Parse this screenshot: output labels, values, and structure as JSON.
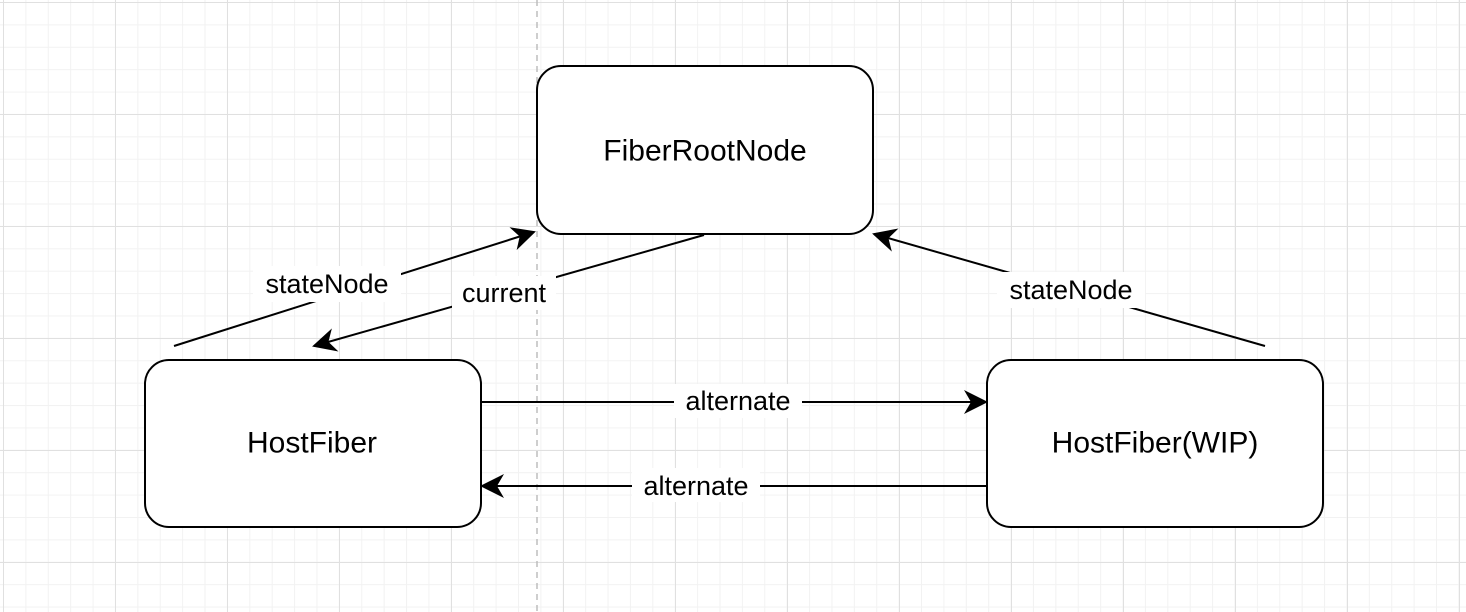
{
  "diagram": {
    "nodes": {
      "fiber_root": {
        "label": "FiberRootNode"
      },
      "host_fiber": {
        "label": "HostFiber"
      },
      "host_fiber_wip": {
        "label": "HostFiber(WIP)"
      }
    },
    "edges": {
      "state_node_left": {
        "label": "stateNode"
      },
      "current": {
        "label": "current"
      },
      "state_node_right": {
        "label": "stateNode"
      },
      "alternate_forward": {
        "label": "alternate"
      },
      "alternate_back": {
        "label": "alternate"
      }
    },
    "colors": {
      "stroke": "#000000",
      "node_fill": "#ffffff",
      "grid": "#e0e0e0",
      "guide": "#bdbdbd"
    }
  }
}
